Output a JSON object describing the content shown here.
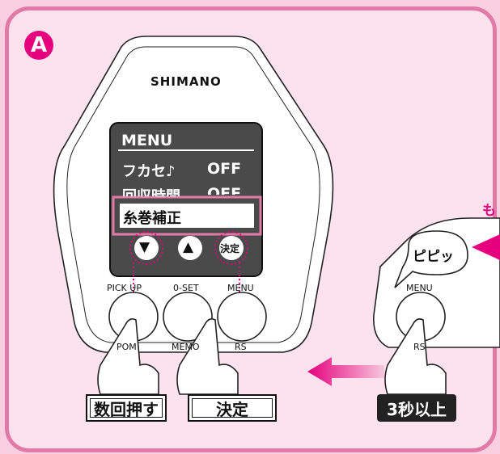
{
  "marker": "A",
  "brand": "SHIMANO",
  "screen": {
    "title": "MENU",
    "rows": [
      {
        "label": "フカセ♪",
        "value": "OFF"
      },
      {
        "label": "回収時間",
        "value": "OFF"
      }
    ],
    "selected": "糸巻補正"
  },
  "screen_buttons": {
    "down": "▼",
    "up": "▲",
    "ok": "決定"
  },
  "device_labels": {
    "pickup": "PICK UP",
    "oset": "0-SET",
    "menu": "MENU",
    "pom": "POM",
    "memo": "MEMO",
    "rs": "RS"
  },
  "right_device": {
    "menu": "MENU",
    "rs": "RS",
    "speech": "ピピッ"
  },
  "edge_text": "も",
  "captions": {
    "press_several": "数回押す",
    "confirm": "決定",
    "hold": "3秒以上"
  },
  "colors": {
    "pink": "#e27aa8",
    "magenta": "#e6007e",
    "panel_bg": "#fbe2ec",
    "screen_bg": "#4a4a4a"
  }
}
